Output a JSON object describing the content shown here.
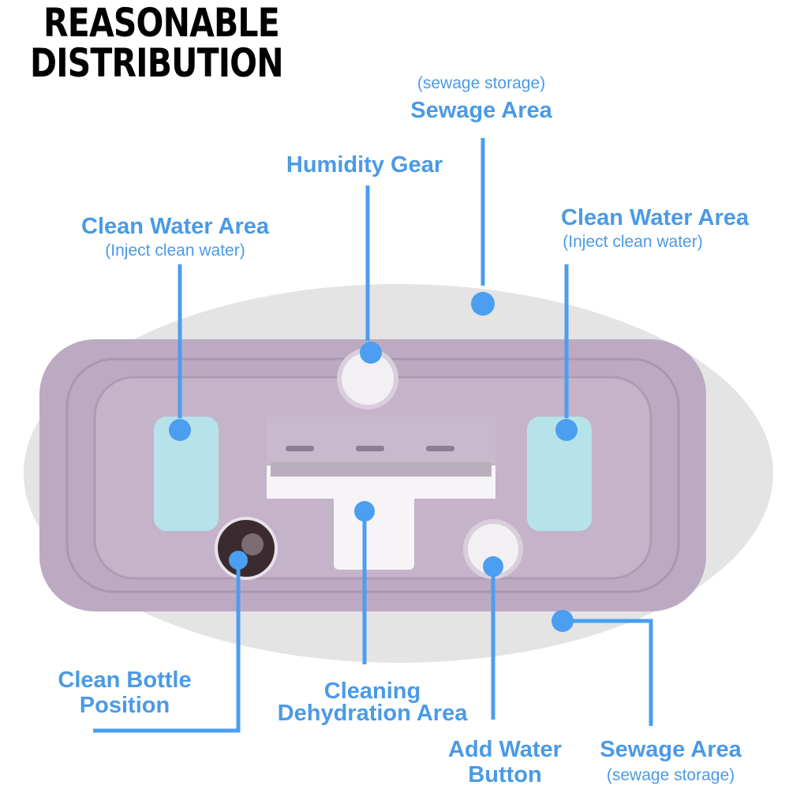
{
  "title": {
    "line1": "REASONABLE",
    "line2": "DISTRIBUTION"
  },
  "labels": {
    "sewage_top": {
      "sub": "(sewage storage)",
      "main": "Sewage Area"
    },
    "humidity_gear": {
      "main": "Humidity Gear"
    },
    "clean_water_left": {
      "main": "Clean Water Area",
      "sub": "(Inject clean water)"
    },
    "clean_water_right": {
      "main": "Clean Water Area",
      "sub": "(Inject clean water)"
    },
    "clean_bottle": {
      "line1": "Clean Bottle",
      "line2": "Position"
    },
    "cleaning": {
      "line1": "Cleaning",
      "line2": "Dehydration Area"
    },
    "add_water": {
      "line1": "Add Water",
      "line2": "Button"
    },
    "sewage_bottom": {
      "main": "Sewage Area",
      "sub": "(sewage storage)"
    }
  },
  "colors": {
    "accent": "#4b9ef0",
    "body": "#bcaac2",
    "window": "#b6e3ea"
  }
}
